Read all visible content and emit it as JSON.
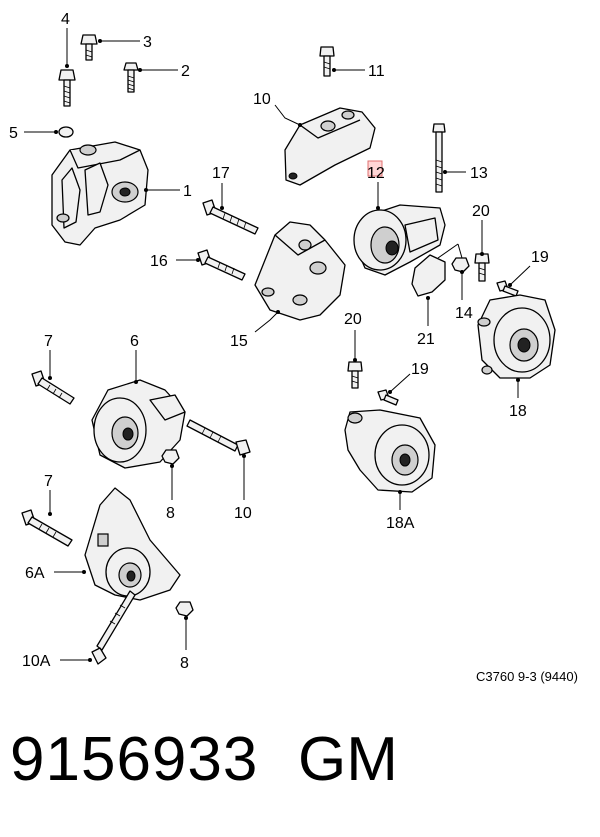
{
  "callouts": {
    "c1": "1",
    "c2": "2",
    "c3": "3",
    "c4": "4",
    "c5": "5",
    "c6": "6",
    "c6a": "6A",
    "c7a": "7",
    "c7b": "7",
    "c8a": "8",
    "c8b": "8",
    "c10a": "10",
    "c10b": "10",
    "c10A": "10A",
    "c11": "11",
    "c12": "12",
    "c13": "13",
    "c14": "14",
    "c15": "15",
    "c16": "16",
    "c17": "17",
    "c18": "18",
    "c18A": "18A",
    "c19a": "19",
    "c19b": "19",
    "c20a": "20",
    "c20b": "20",
    "c21": "21"
  },
  "figure_code": "C3760 9-3 (9440)",
  "part_number": "9156933",
  "brand": "GM",
  "highlight_color": "#e07070"
}
